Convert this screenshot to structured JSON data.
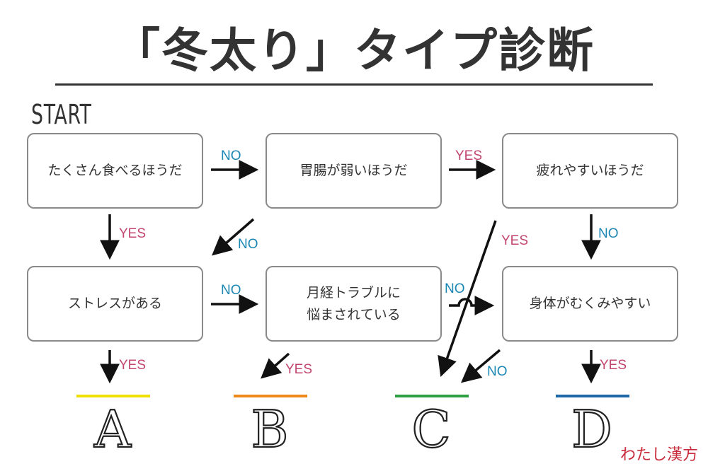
{
  "title": "「冬太り」タイプ診断",
  "start_label": "START",
  "boxes": {
    "q1": "たくさん食べるほうだ",
    "q2": "胃腸が弱いほうだ",
    "q3": "疲れやすいほうだ",
    "q4": "ストレスがある",
    "q5": "月経トラブルに\n悩まされている",
    "q6": "身体がむくみやすい"
  },
  "answers": {
    "yes": "YES",
    "no": "NO"
  },
  "results": {
    "a": {
      "letter": "A",
      "color": "#f0e000"
    },
    "b": {
      "letter": "B",
      "color": "#ef8a1a"
    },
    "c": {
      "letter": "C",
      "color": "#2ea043"
    },
    "d": {
      "letter": "D",
      "color": "#1d68a8"
    }
  },
  "brand": "わたし漢方"
}
